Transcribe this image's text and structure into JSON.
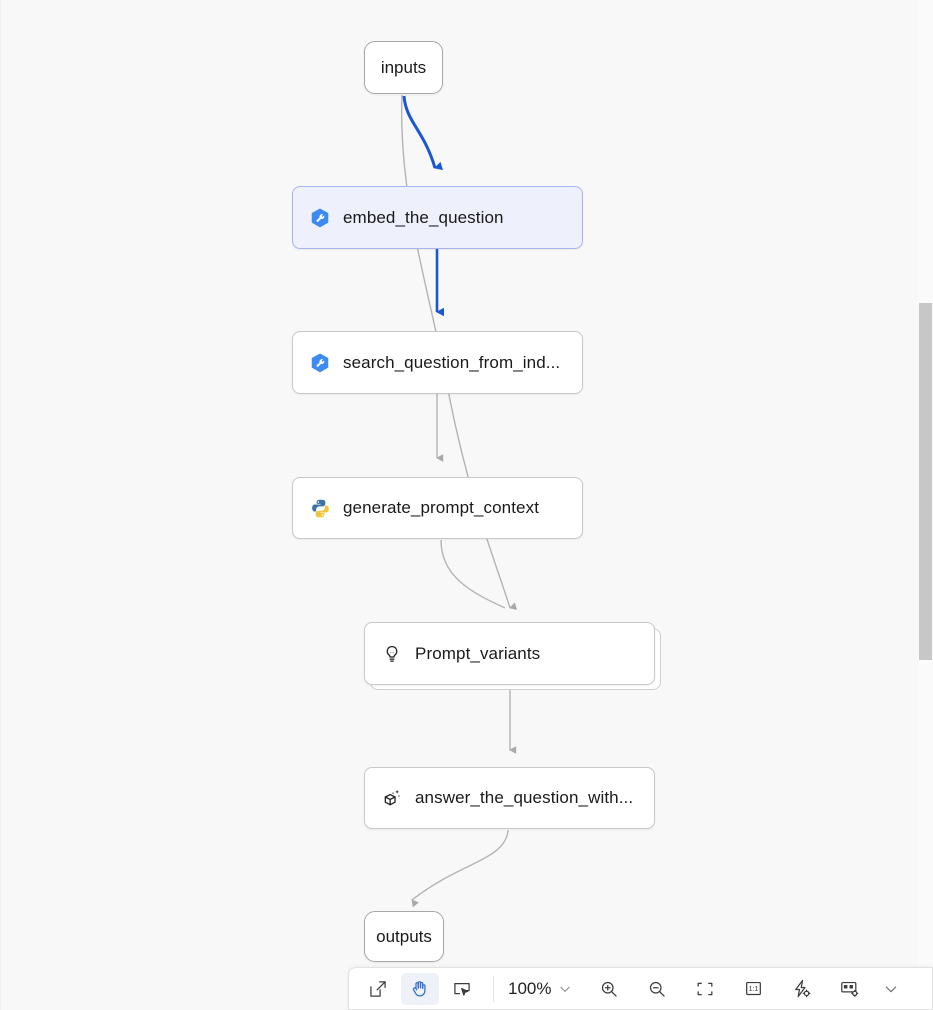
{
  "canvas": {
    "background": "#f8f8f8",
    "selected_node_fill": "#eef0fc",
    "selected_node_border": "#a9b4ef",
    "highlight_edge_color": "#1a57d6",
    "edge_color": "#b4b4b4"
  },
  "graph": {
    "start_node": {
      "label": "inputs"
    },
    "end_node": {
      "label": "outputs"
    },
    "nodes": [
      {
        "label": "embed_the_question",
        "icon": "tool-hexagon-icon",
        "selected": true,
        "stacked": false
      },
      {
        "label": "search_question_from_ind...",
        "icon": "tool-hexagon-icon",
        "selected": false,
        "stacked": false
      },
      {
        "label": "generate_prompt_context",
        "icon": "python-icon",
        "selected": false,
        "stacked": false
      },
      {
        "label": "Prompt_variants",
        "icon": "lightbulb-icon",
        "selected": false,
        "stacked": true
      },
      {
        "label": "answer_the_question_with...",
        "icon": "llm-sparkle-cube-icon",
        "selected": false,
        "stacked": false
      }
    ]
  },
  "toolbar": {
    "buttons": [
      {
        "name": "fit-expand-button",
        "icon": "expand-arrow-icon",
        "active": false
      },
      {
        "name": "pan-hand-button",
        "icon": "hand-icon",
        "active": true
      },
      {
        "name": "select-box-button",
        "icon": "pointer-box-icon",
        "active": false
      }
    ],
    "zoom_level": "100%",
    "zoom_chevron_icon": "chevron-down-icon",
    "right_buttons": [
      {
        "name": "zoom-in-button",
        "icon": "magnifier-plus-icon"
      },
      {
        "name": "zoom-out-button",
        "icon": "magnifier-minus-icon"
      },
      {
        "name": "fit-to-screen-button",
        "icon": "fit-screen-icon"
      },
      {
        "name": "actual-size-button",
        "icon": "one-to-one-icon",
        "label": "1:1"
      },
      {
        "name": "auto-layout-button",
        "icon": "lightning-gear-icon"
      },
      {
        "name": "minimap-settings-button",
        "icon": "minimap-gear-icon"
      },
      {
        "name": "more-options-button",
        "icon": "chevron-down-icon"
      }
    ]
  }
}
